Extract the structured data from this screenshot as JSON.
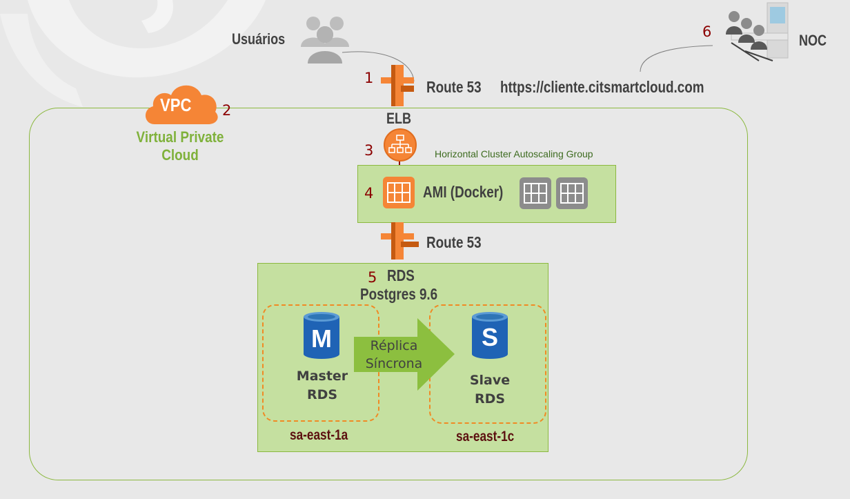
{
  "users": {
    "label": "Usuários"
  },
  "noc": {
    "label": "NOC"
  },
  "steps": {
    "s1": "1",
    "s2": "2",
    "s3": "3",
    "s4": "4",
    "s5": "5",
    "s6": "6"
  },
  "route53_top": {
    "label": "Route 53"
  },
  "route53_mid": {
    "label": "Route 53"
  },
  "url": {
    "text": "https://cliente.citsmartcloud.com"
  },
  "vpc": {
    "icon_text": "VPC",
    "title_line1": "Virtual Private",
    "title_line2": "Cloud"
  },
  "elb": {
    "label": "ELB"
  },
  "asg": {
    "title": "Horizontal Cluster Autoscaling Group",
    "ami_label": "AMI (Docker)"
  },
  "rds": {
    "title": "RDS",
    "subtitle": "Postgres 9.6"
  },
  "master": {
    "icon_letter": "M",
    "line1": "Master",
    "line2": "RDS",
    "zone": "sa-east-1a"
  },
  "slave": {
    "icon_letter": "S",
    "line1": "Slave",
    "line2": "RDS",
    "zone": "sa-east-1c"
  },
  "replica": {
    "line1": "Réplica",
    "line2": "Síncrona"
  },
  "colors": {
    "aws_orange": "#f58536",
    "vpc_green": "#7fb13b",
    "step_red": "#8b0000",
    "rds_blue": "#1f63b5",
    "panel_green": "#c5e0a0"
  }
}
